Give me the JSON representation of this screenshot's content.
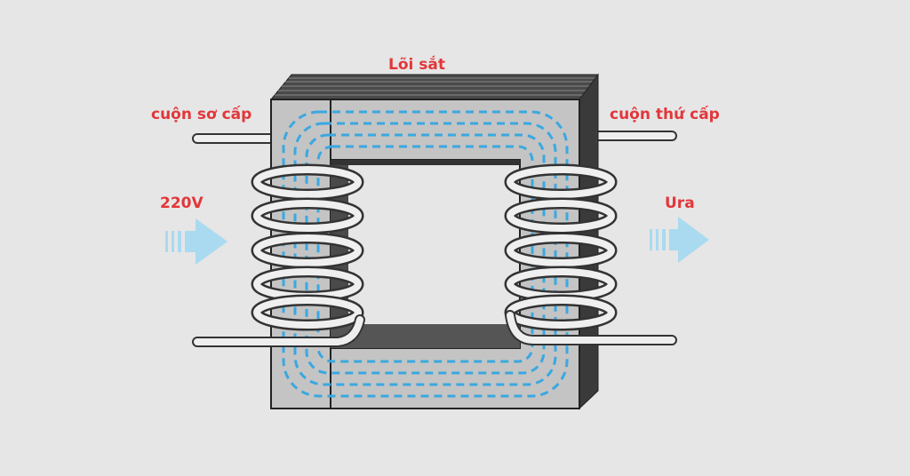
{
  "labels": {
    "core": "Lõi sắt",
    "primary_coil": "cuộn sơ cấp",
    "secondary_coil": "cuộn thứ cấp",
    "input_voltage": "220V",
    "output_voltage": "Ura"
  },
  "colors": {
    "label": "#e2373a",
    "flux": "#3aa8e0",
    "arrow": "#a9daf0",
    "core_face": "#c4c4c4",
    "core_dark": "#3a3a3a"
  }
}
